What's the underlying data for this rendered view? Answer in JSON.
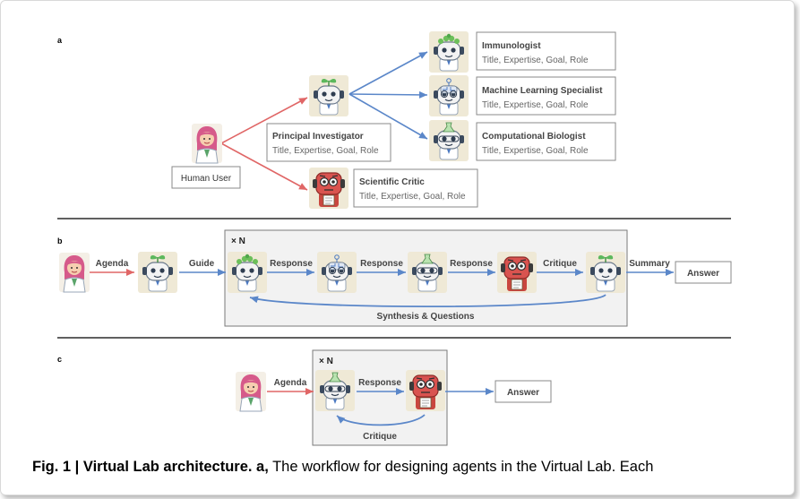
{
  "panels": {
    "a": {
      "label": "a",
      "human_user": "Human User",
      "pi": {
        "title": "Principal Investigator",
        "subtitle": "Title, Expertise, Goal, Role"
      },
      "critic": {
        "title": "Scientific Critic",
        "subtitle": "Title, Expertise, Goal, Role"
      },
      "specialists": [
        {
          "title": "Immunologist",
          "subtitle": "Title, Expertise, Goal, Role"
        },
        {
          "title": "Machine Learning Specialist",
          "subtitle": "Title, Expertise, Goal, Role"
        },
        {
          "title": "Computational Biologist",
          "subtitle": "Title, Expertise, Goal, Role"
        }
      ]
    },
    "b": {
      "label": "b",
      "repeat": "× N",
      "edges": {
        "agenda": "Agenda",
        "guide": "Guide",
        "response1": "Response",
        "response2": "Response",
        "response3": "Response",
        "critique": "Critique",
        "summary": "Summary",
        "loop": "Synthesis & Questions"
      },
      "answer": "Answer"
    },
    "c": {
      "label": "c",
      "repeat": "× N",
      "edges": {
        "agenda": "Agenda",
        "response": "Response",
        "loop": "Critique"
      },
      "answer": "Answer"
    }
  },
  "caption": {
    "bold": "Fig. 1 | Virtual Lab architecture. a,",
    "text": " The workflow for designing agents in the Virtual Lab. Each"
  },
  "colors": {
    "red_arrow": "#e06666",
    "blue_arrow": "#5b87c9",
    "panel_bg": "#f2f2f2",
    "box_border": "#8a8a8a",
    "robot_tile": "#efe9d6",
    "critic_red": "#d9534f"
  }
}
